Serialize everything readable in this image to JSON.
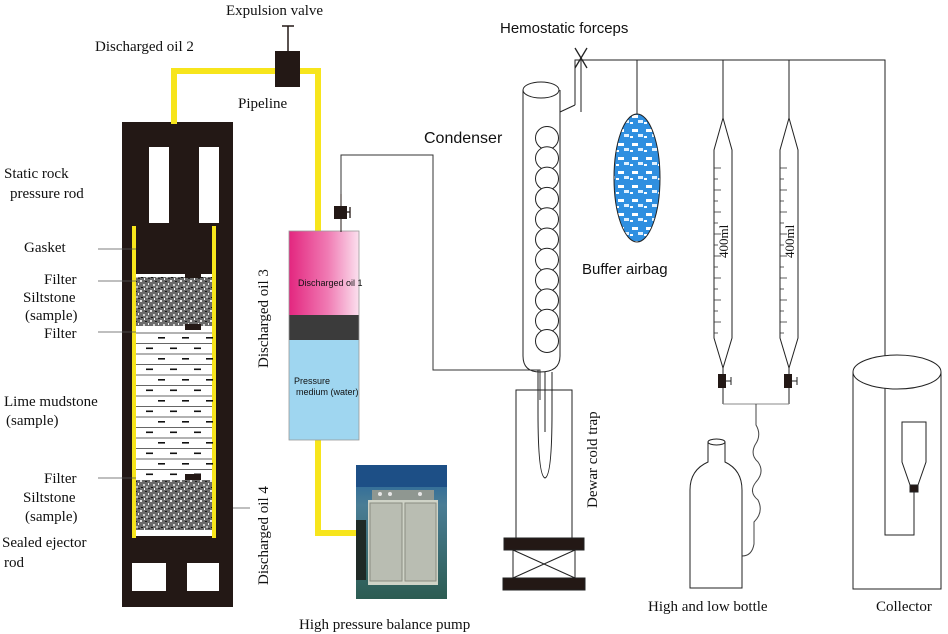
{
  "labels": {
    "expulsion_valve": "Expulsion valve",
    "discharged_oil_2": "Discharged oil 2",
    "pipeline": "Pipeline",
    "hemostatic_forceps": "Hemostatic forceps",
    "condenser": "Condenser",
    "static_rock_pressure_rod_1": "Static rock",
    "static_rock_pressure_rod_2": "pressure rod",
    "gasket": "Gasket",
    "filter_top": "Filter",
    "siltstone_top_1": "Siltstone",
    "siltstone_top_2": "(sample)",
    "filter_mid": "Filter",
    "lime_mudstone_1": "Lime mudstone",
    "lime_mudstone_2": "(sample)",
    "filter_bottom": "Filter",
    "siltstone_bottom_1": "Siltstone",
    "siltstone_bottom_2": "(sample)",
    "sealed_ejector_rod_1": "Sealed ejector",
    "sealed_ejector_rod_2": "rod",
    "discharged_oil_3": "Discharged oil 3",
    "discharged_oil_4": "Discharged oil 4",
    "discharged_oil_1": "Discharged oil 1",
    "pressure_medium_1": "Pressure",
    "pressure_medium_2": "medium (water)",
    "high_pressure_balance_pump": "High pressure balance pump",
    "buffer_airbag": "Buffer airbag",
    "dewar_cold_trap": "Dewar cold trap",
    "volume_left": "400ml",
    "volume_right": "400ml",
    "high_and_low_bottle": "High and low bottle",
    "collector": "Collector"
  },
  "colors": {
    "pipeline_yellow": "#f7e51c",
    "vessel_black": "#231815",
    "oil_magenta": "#e3267f",
    "water_blue": "#9fd6f0",
    "airbag_blue": "#2f8fe0"
  }
}
